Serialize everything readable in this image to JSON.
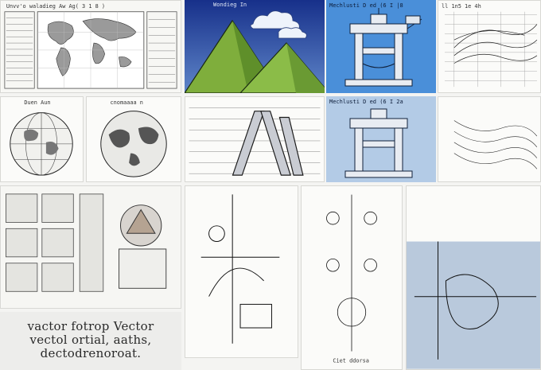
{
  "tiles": {
    "map_sheet_top": {
      "header": "Unvv'o waladieg Aw  Ag(  3 1 8 )"
    },
    "mountain": {
      "header": "Wondieg  In"
    },
    "machine_top": {
      "header": "Mechlusti D ed (6 I  |8 "
    },
    "graph_top": {
      "header": "ll  1n5 1e  4h"
    },
    "globe_left": {
      "header": "Duen  Aun"
    },
    "globe_right": {
      "header": "cnomaaaa n"
    },
    "machine_mid": {
      "header": "Mechlusti D ed (6 I  2a"
    },
    "diagram_bottom": {
      "header": "Ciet  ddorsa"
    }
  },
  "caption": {
    "line1": "vactor  fotrop   Vector",
    "line2": "vectol  ortial, aaths,",
    "line3": "dectodrenoroat."
  },
  "colors": {
    "sky": "#1f3f8f",
    "mountain_green": "#7fae3c",
    "machine_bg": "#4a8fd9",
    "graph_bg": "#b9c9dc"
  }
}
